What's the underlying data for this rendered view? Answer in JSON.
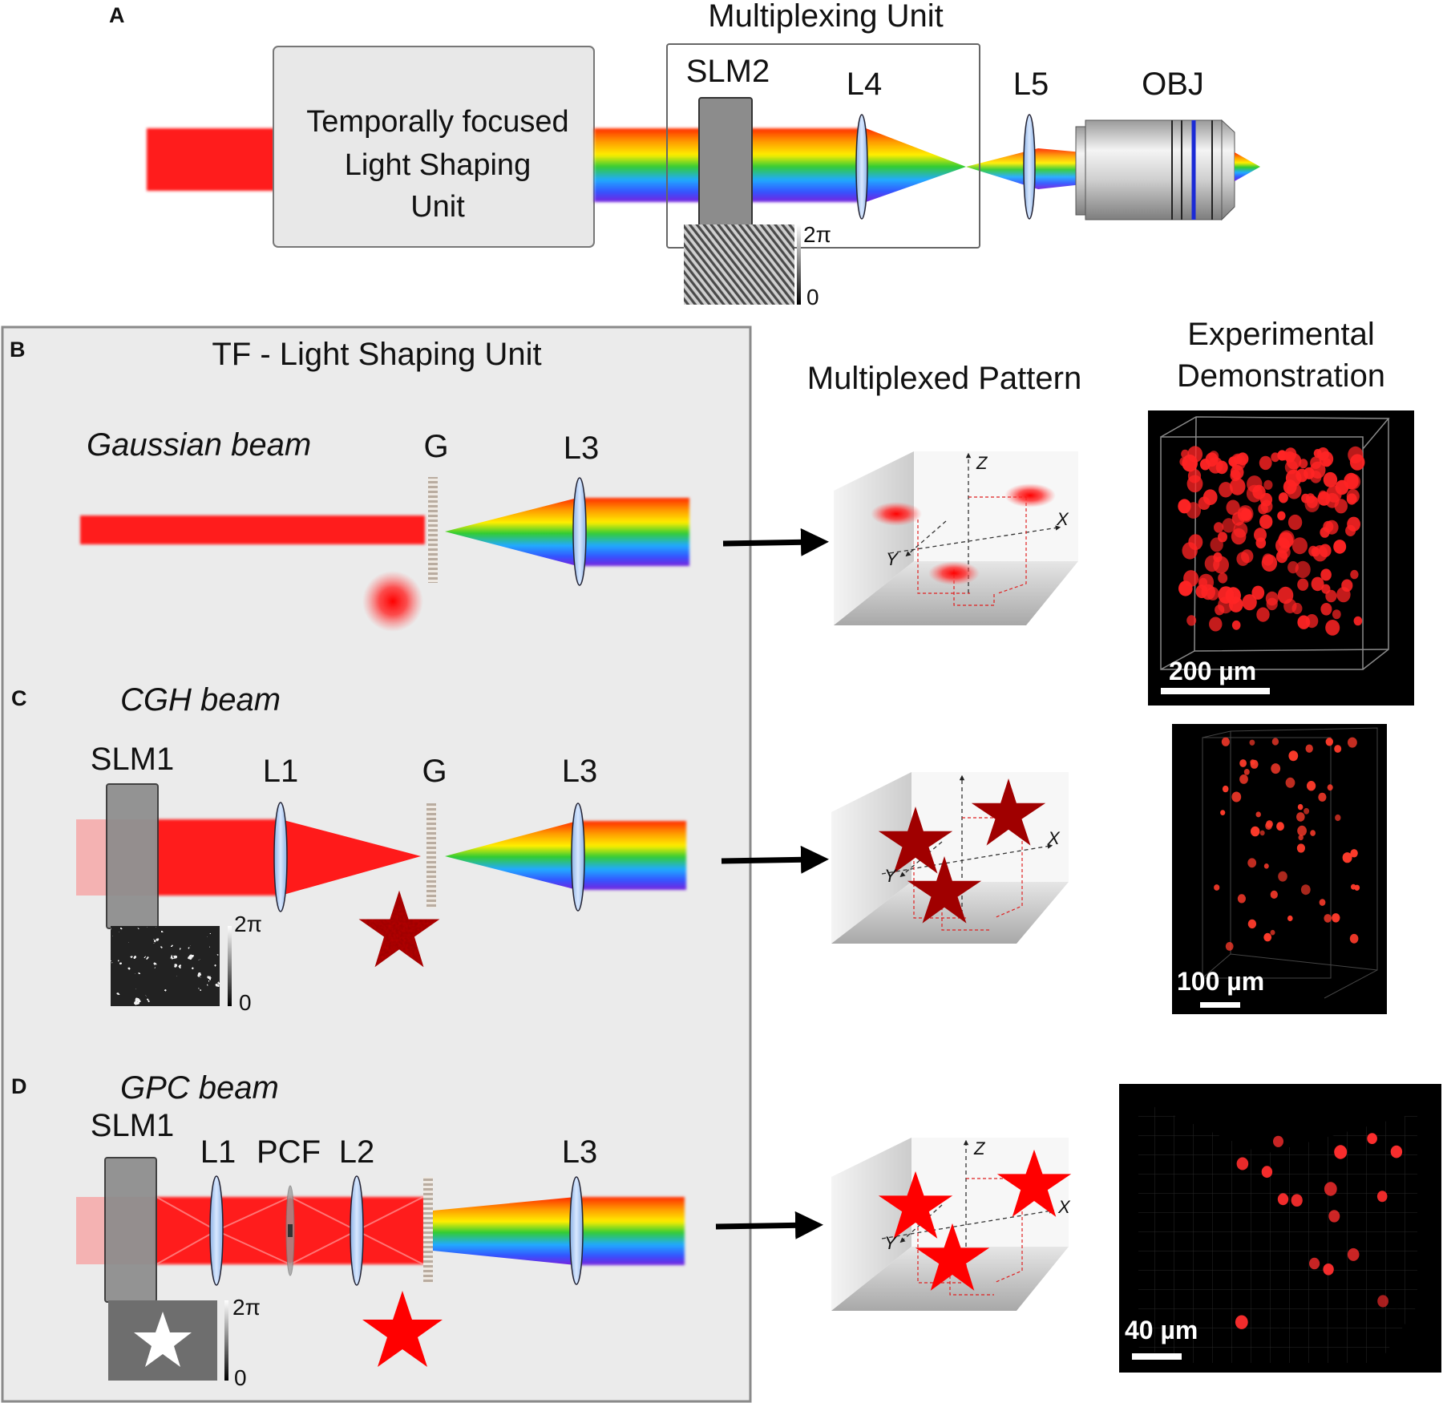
{
  "panels": {
    "a": "A",
    "b": "B",
    "c": "C",
    "d": "D"
  },
  "top": {
    "multiplexing_unit": "Multiplexing Unit",
    "light_shaping_unit": [
      "Temporally focused",
      "Light Shaping",
      "Unit"
    ],
    "slm2": "SLM2",
    "l4": "L4",
    "l5": "L5",
    "obj": "OBJ",
    "phase_max": "2π",
    "phase_min": "0"
  },
  "tf_title": "TF - Light Shaping Unit",
  "headers": {
    "multiplexed_pattern": "Multiplexed Pattern",
    "experimental": [
      "Experimental",
      "Demonstration"
    ]
  },
  "row_b": {
    "beam": "Gaussian beam",
    "g": "G",
    "l3": "L3",
    "scale": "200 µm"
  },
  "row_c": {
    "beam": "CGH beam",
    "slm1": "SLM1",
    "l1": "L1",
    "g": "G",
    "l3": "L3",
    "phase_max": "2π",
    "phase_min": "0",
    "scale": "100 µm"
  },
  "row_d": {
    "beam": "GPC beam",
    "slm1": "SLM1",
    "l1": "L1",
    "pcf": "PCF",
    "l2": "L2",
    "l3": "L3",
    "phase_max": "2π",
    "phase_min": "0",
    "scale": "40 µm"
  },
  "axes": {
    "z": "Z",
    "x": "X",
    "y": "Y"
  },
  "colors": {
    "beam_red": "#ff1a1a",
    "star_dark": "#a00000",
    "star_bright": "#ff0000",
    "panel_bg": "#ebebeb",
    "lens_blue": "#a8c8ee"
  }
}
